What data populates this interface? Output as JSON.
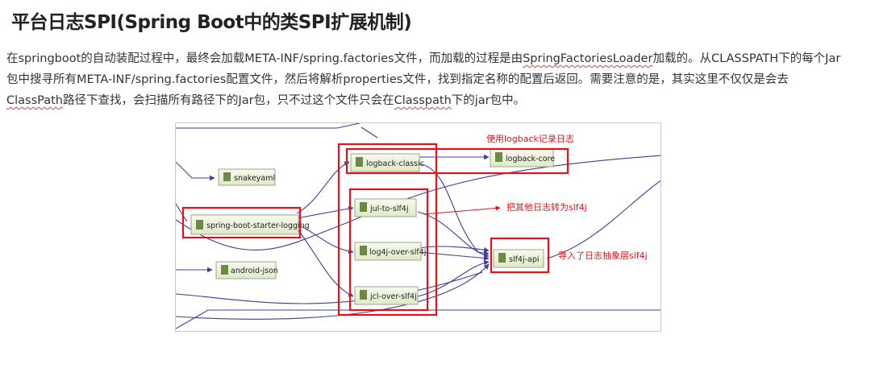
{
  "heading": "平台日志SPI(Spring Boot中的类SPI扩展机制)",
  "paragraph": {
    "l1_a": "在springboot的自动装配过程中，最终会加载META-INF/spring.factories文件，而加载的过程是由",
    "l1_b": "SpringFactoriesLoader",
    "l1_c": "加载的。从CLASSPATH下的每个Jar",
    "l2": "包中搜寻所有META-INF/spring.factories配置文件，然后将解析properties文件，找到指定名称的配置后返回。需要注意的是，其实这里不仅仅是会去",
    "l3_a": "ClassPath",
    "l3_b": "路径下查找，会扫描所有路径下的Jar包，只不过这个文件只会在",
    "l3_c": "Classpath",
    "l3_d": "下的jar包中。"
  },
  "diagram": {
    "nodes": {
      "snakeyaml": "snakeyaml",
      "starter_logging": "spring-boot-starter-logging",
      "android_json": "android-json",
      "logback_classic": "logback-classic",
      "logback_core": "logback-core",
      "jul_to_slf4j": "jul-to-slf4j",
      "log4j_over_slf4j": "log4j-over-slf4j",
      "jcl_over_slf4j": "jcl-over-slf4j",
      "slf4j_api": "slf4j-api"
    },
    "annotations": {
      "logback_note": "使用logback记录日志",
      "bridge_note": "把其他日志转为slf4j",
      "api_note": "导入了日志抽象层slf4j"
    },
    "colors": {
      "highlight": "#e8101a",
      "edge": "#3b3f9c",
      "node_fill": "#eef4dc"
    }
  }
}
